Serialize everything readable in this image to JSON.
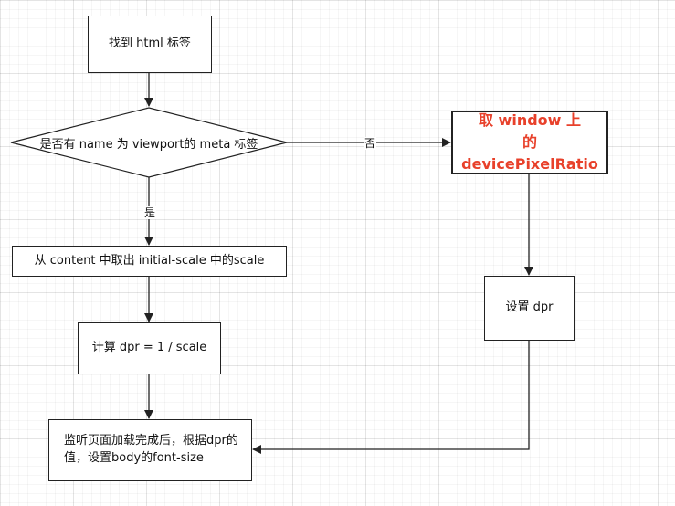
{
  "nodes": {
    "find_html": {
      "text": "找到 html 标签"
    },
    "decision": {
      "text": "是否有 name 为 viewport的 meta 标签"
    },
    "get_dpr_from_window": {
      "text": "取 window 上\n的 devicePixelRatio"
    },
    "take_scale": {
      "text": "从 content 中取出 initial-scale 中的scale"
    },
    "set_dpr": {
      "text": "设置 dpr"
    },
    "compute_dpr": {
      "text": "计算 dpr  = 1 / scale"
    },
    "on_load": {
      "text": "监听页面加载完成后，根据dpr的\n值，设置body的font-size"
    }
  },
  "edges": {
    "yes_label": "是",
    "no_label": "否"
  },
  "colors": {
    "line": "#222222",
    "highlight_text": "#e8412b"
  }
}
